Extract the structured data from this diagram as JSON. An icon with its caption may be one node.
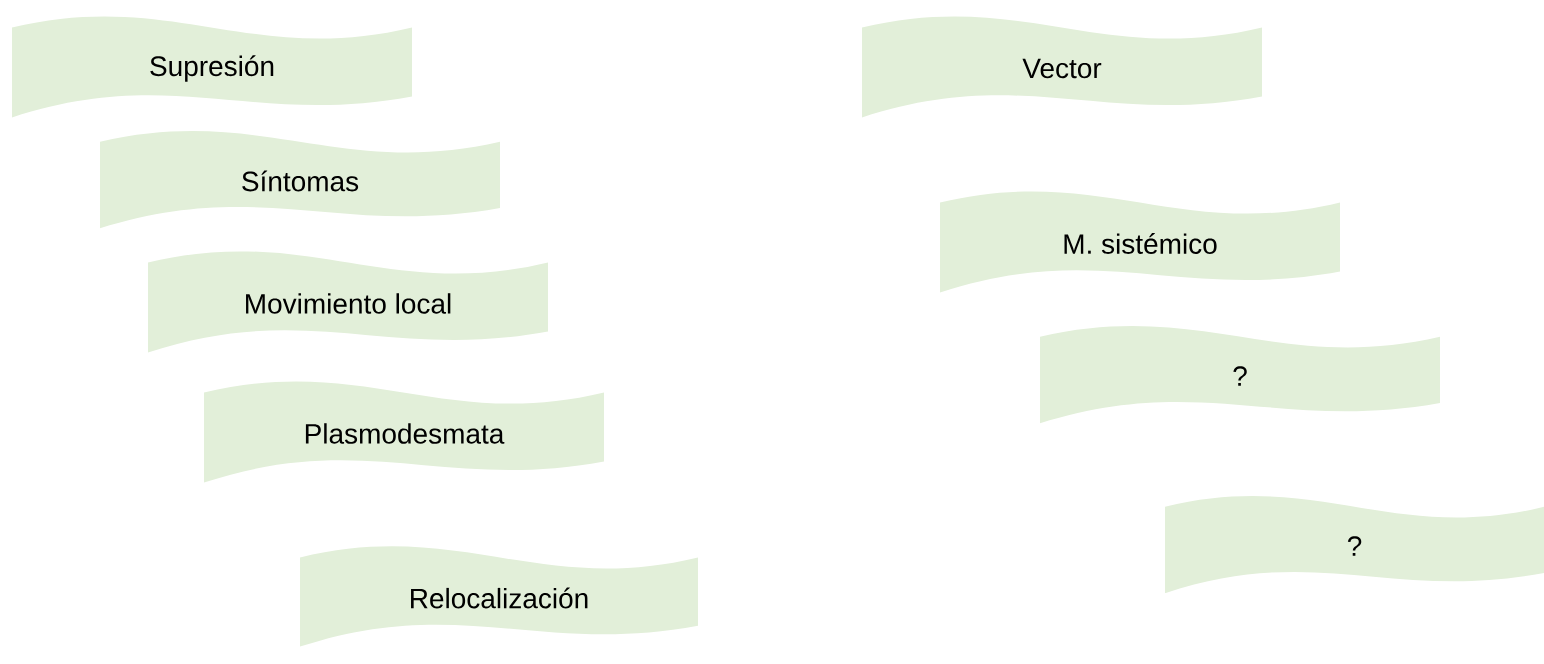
{
  "diagram": {
    "nodes": [
      {
        "text": [
          "Supresión"
        ]
      },
      {
        "text": [
          "Síntomas"
        ]
      },
      {
        "text": [
          "Movimiento local"
        ]
      },
      {
        "text": [
          "Plasmodesmata"
        ]
      },
      {
        "text": [
          "Relocalización"
        ]
      },
      {
        "text": [
          "Vector"
        ]
      },
      {
        "text": [
          "M. sistémico"
        ]
      },
      {
        "text": [
          "?"
        ]
      },
      {
        "text": [
          "?"
        ]
      }
    ]
  }
}
